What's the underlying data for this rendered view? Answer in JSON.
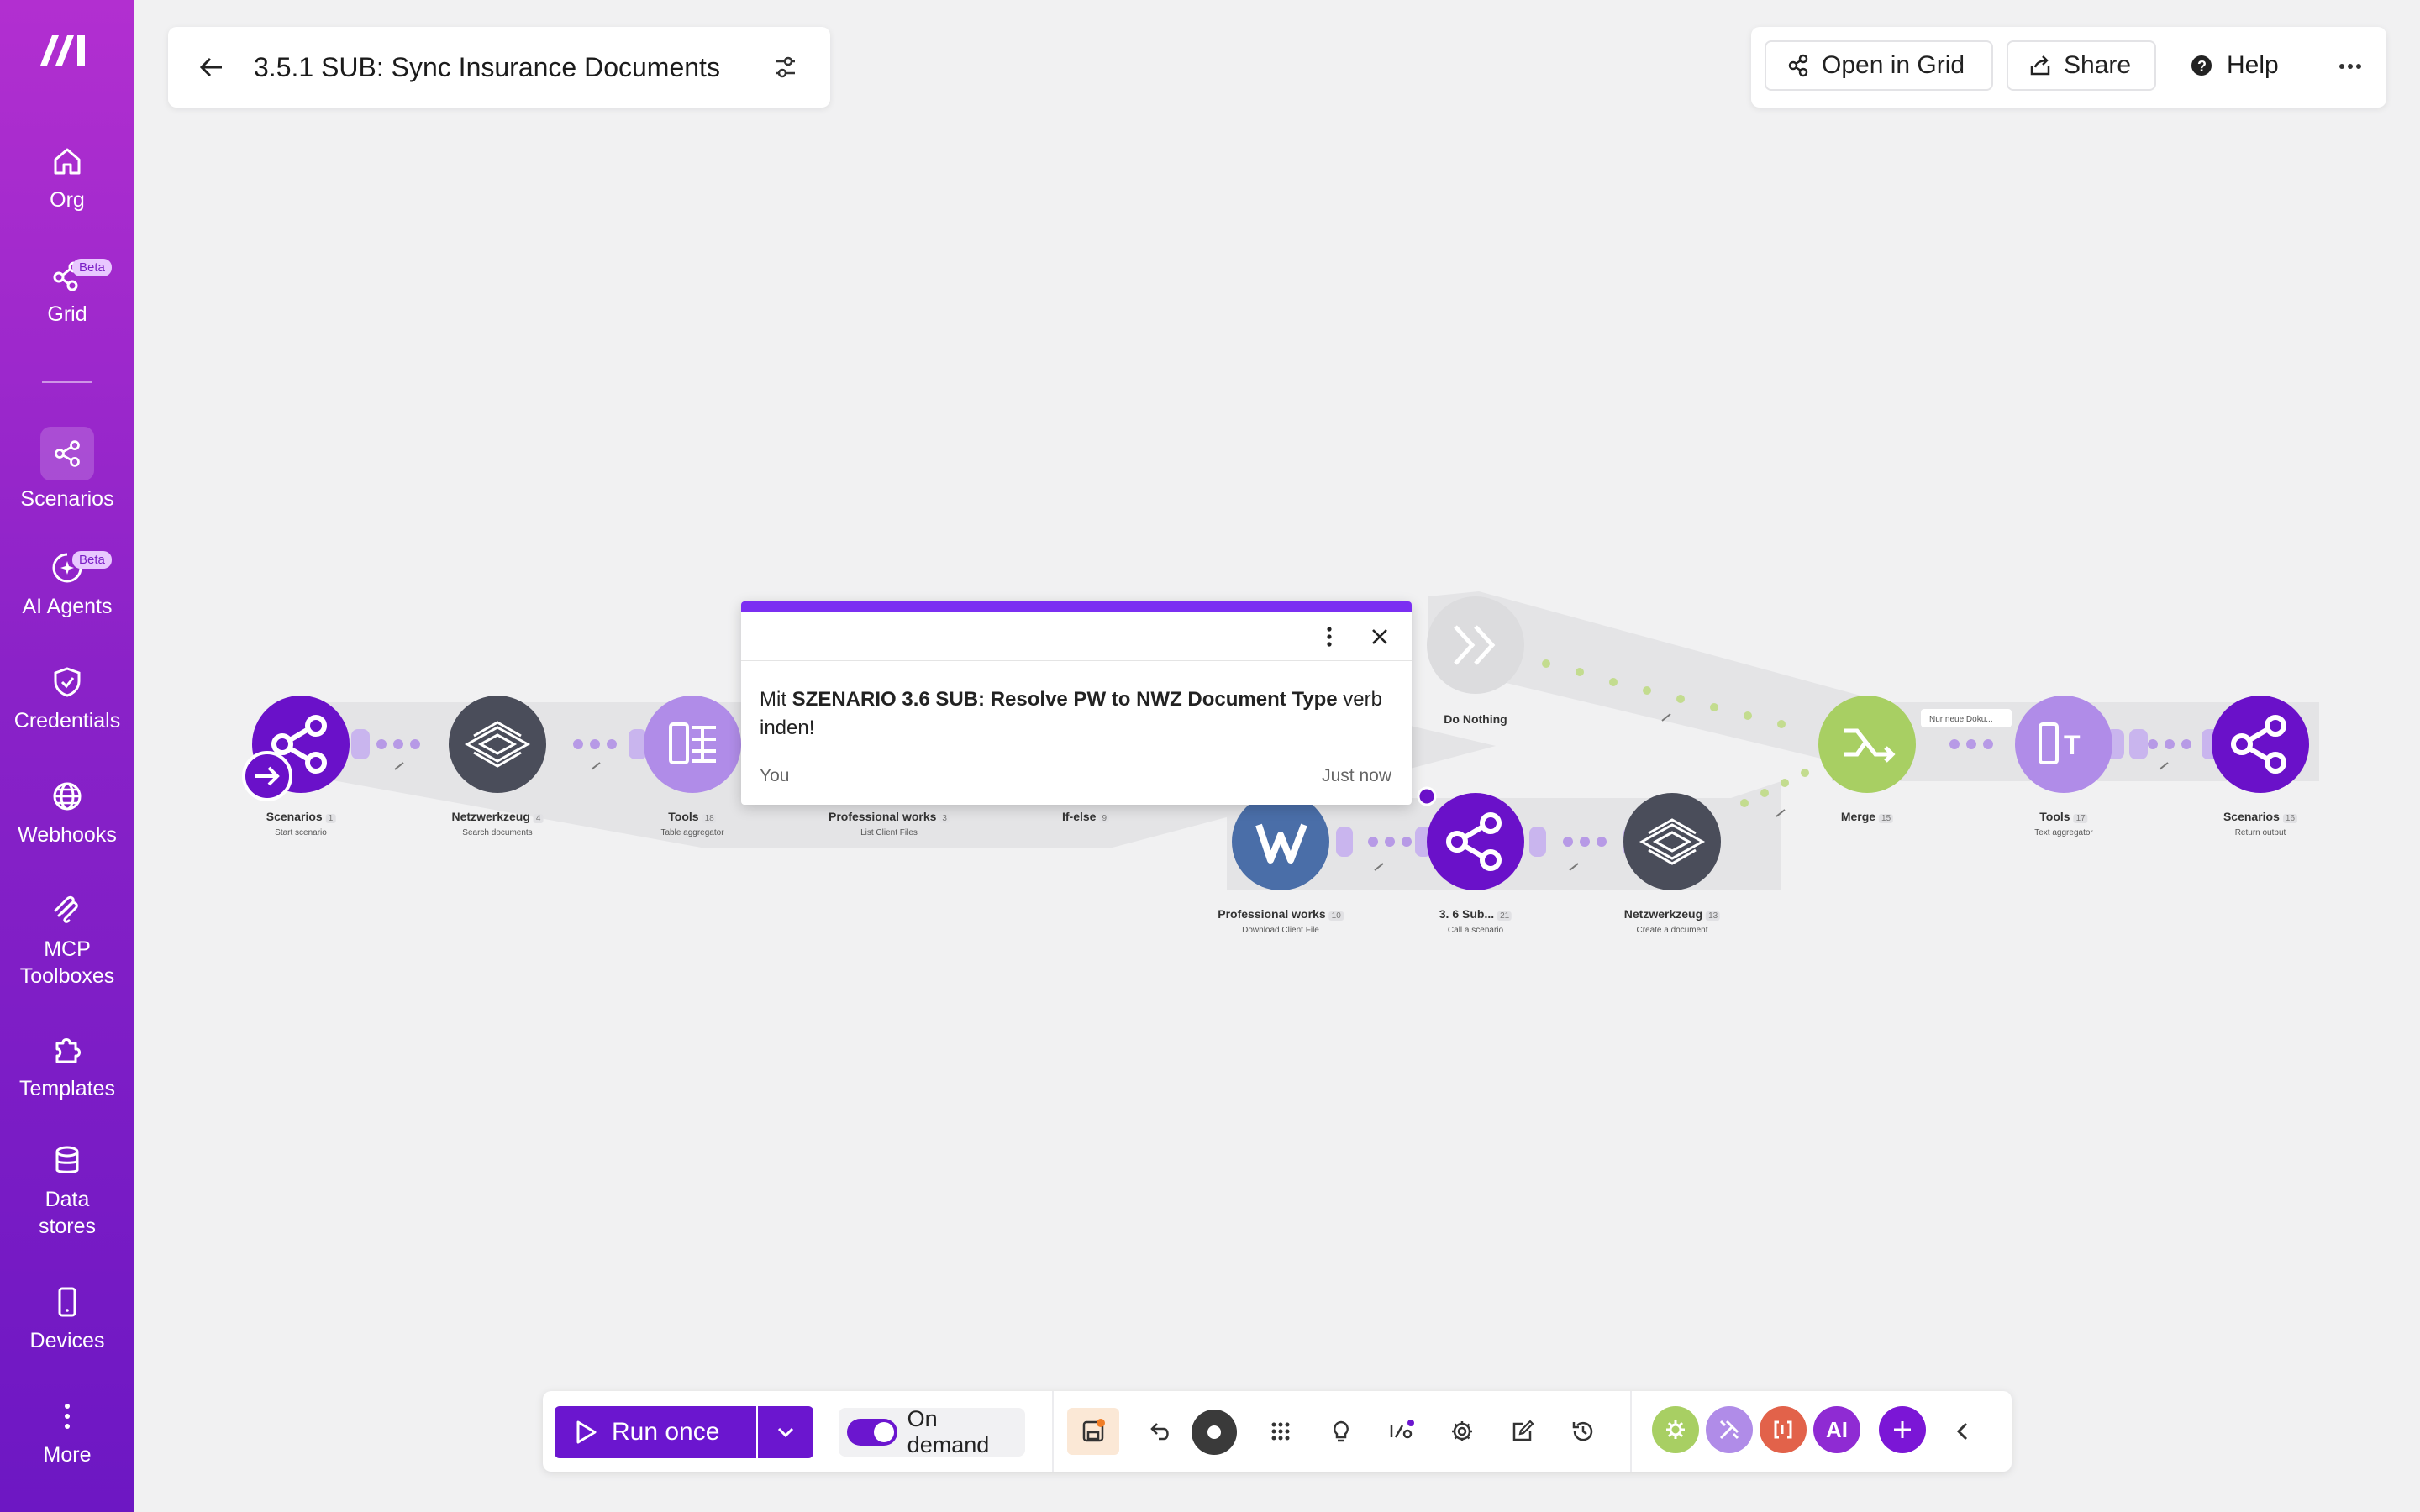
{
  "sidebar": {
    "items": [
      {
        "label": "Org"
      },
      {
        "label": "Grid",
        "badge": "Beta"
      },
      {
        "label": "Scenarios"
      },
      {
        "label": "AI Agents",
        "badge": "Beta"
      },
      {
        "label": "Credentials"
      },
      {
        "label": "Webhooks"
      },
      {
        "label": "MCP\nToolboxes"
      },
      {
        "label": "Templates"
      },
      {
        "label": "Data\nstores"
      },
      {
        "label": "Devices"
      },
      {
        "label": "More"
      }
    ]
  },
  "header": {
    "title": "3.5.1 SUB: Sync Insurance Documents",
    "open_grid": "Open in Grid",
    "share": "Share",
    "help": "Help"
  },
  "nodes": [
    {
      "name": "Scenarios",
      "num": "1",
      "sub": "Start scenario"
    },
    {
      "name": "Netzwerkzeug",
      "num": "4",
      "sub": "Search documents"
    },
    {
      "name": "Tools",
      "num": "18",
      "sub": "Table aggregator"
    },
    {
      "name": "Professional works",
      "num": "3",
      "sub": "List Client Files"
    },
    {
      "name": "If-else",
      "num": "9",
      "sub": ""
    },
    {
      "name": "Do Nothing",
      "num": "",
      "sub": ""
    },
    {
      "name": "Professional works",
      "num": "10",
      "sub": "Download Client File"
    },
    {
      "name": "3. 6 Sub...",
      "num": "21",
      "sub": "Call a scenario"
    },
    {
      "name": "Netzwerkzeug",
      "num": "13",
      "sub": "Create a document"
    },
    {
      "name": "Merge",
      "num": "15",
      "sub": ""
    },
    {
      "name": "Tools",
      "num": "17",
      "sub": "Text aggregator"
    },
    {
      "name": "Scenarios",
      "num": "16",
      "sub": "Return output"
    }
  ],
  "filter_label": "Nur neue Doku...",
  "popup": {
    "prefix": "Mit ",
    "bold": "SZENARIO 3.6 SUB: Resolve PW to NWZ Document Type",
    "suffix": " verb inden!",
    "author": "You",
    "time": "Just now"
  },
  "toolbar": {
    "run_label": "Run once",
    "schedule_label": "On demand",
    "ai_label": "AI"
  },
  "colors": {
    "accent": "#6b16cf",
    "sidebar_top": "#b22fd0",
    "sidebar_bottom": "#6d17c3",
    "scenarios": "#6a11c9",
    "tools": "#b08ce8",
    "netzwerkzeug": "#4a4d5a",
    "professional": "#4a6ea8",
    "merge": "#a8cf63"
  }
}
